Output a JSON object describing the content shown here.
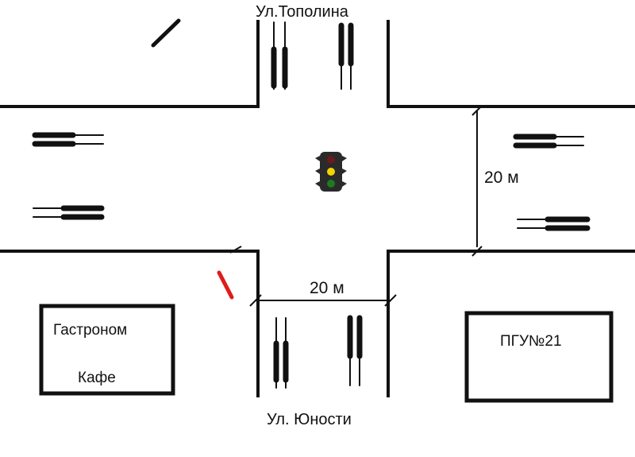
{
  "streets": {
    "north": "Ул.Тополина",
    "south": "Ул. Юности"
  },
  "dimensions": {
    "east_road_width": "20 м",
    "south_road_width": "20 м"
  },
  "buildings": {
    "left_line1": "Гастроном",
    "left_line2": "Кафе",
    "right": "ПГУ№21"
  },
  "colors": {
    "line": "#111111",
    "traffic_light_body": "#2a2a2a",
    "light_red": "#6b1a1a",
    "light_yellow": "#f2d400",
    "light_green": "#1f7a1f",
    "pedestrian_red": "#e01b1b"
  }
}
